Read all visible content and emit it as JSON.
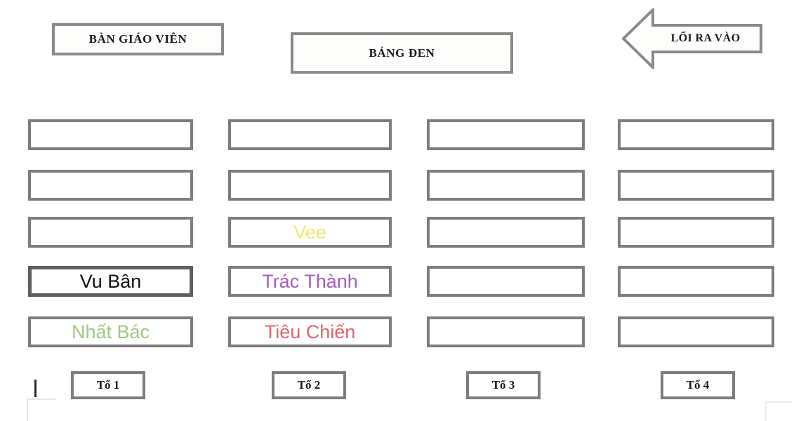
{
  "room": {
    "teacher_desk_label": "BÀN GIÁO VIÊN",
    "blackboard_label": "BẢNG ĐEN",
    "exit_label": "LỐI RA VÀO"
  },
  "colors": {
    "desk_border": "#7d7d7d",
    "header_border": "#8a8a8a",
    "text_default": "#111111",
    "name_vee": "#ede87a",
    "name_trac_thanh": "#a65cc4",
    "name_tieu_chien": "#e06666",
    "name_nhat_bac": "#9dcb7e",
    "name_vu_ban": "#111111"
  },
  "columns": [
    {
      "group_label": "Tổ 1",
      "desks": [
        {
          "name": "",
          "color": "",
          "occupied": false,
          "smudge": false
        },
        {
          "name": "",
          "color": "",
          "occupied": false,
          "smudge": false
        },
        {
          "name": "",
          "color": "",
          "occupied": false,
          "smudge": true
        },
        {
          "name": "Vu Bân",
          "color": "#111111",
          "occupied": true,
          "smudge": false
        },
        {
          "name": "Nhất Bác",
          "color": "#9dcb7e",
          "occupied": true,
          "smudge": false
        }
      ]
    },
    {
      "group_label": "Tổ 2",
      "desks": [
        {
          "name": "",
          "color": "",
          "occupied": false,
          "smudge": false
        },
        {
          "name": "",
          "color": "",
          "occupied": false,
          "smudge": false
        },
        {
          "name": "Vee",
          "color": "#ede87a",
          "occupied": true,
          "smudge": false
        },
        {
          "name": "Trác Thành",
          "color": "#a65cc4",
          "occupied": true,
          "smudge": false
        },
        {
          "name": "Tiêu Chiến",
          "color": "#e06666",
          "occupied": true,
          "smudge": false
        }
      ]
    },
    {
      "group_label": "Tổ 3",
      "desks": [
        {
          "name": "",
          "color": "",
          "occupied": false,
          "smudge": false
        },
        {
          "name": "",
          "color": "",
          "occupied": false,
          "smudge": false
        },
        {
          "name": "",
          "color": "",
          "occupied": false,
          "smudge": false
        },
        {
          "name": "",
          "color": "",
          "occupied": false,
          "smudge": false
        },
        {
          "name": "",
          "color": "",
          "occupied": false,
          "smudge": false
        }
      ]
    },
    {
      "group_label": "Tổ 4",
      "desks": [
        {
          "name": "",
          "color": "",
          "occupied": false,
          "smudge": false
        },
        {
          "name": "",
          "color": "",
          "occupied": false,
          "smudge": false
        },
        {
          "name": "",
          "color": "",
          "occupied": false,
          "smudge": false
        },
        {
          "name": "",
          "color": "",
          "occupied": false,
          "smudge": false
        },
        {
          "name": "",
          "color": "",
          "occupied": false,
          "smudge": false
        }
      ]
    }
  ]
}
